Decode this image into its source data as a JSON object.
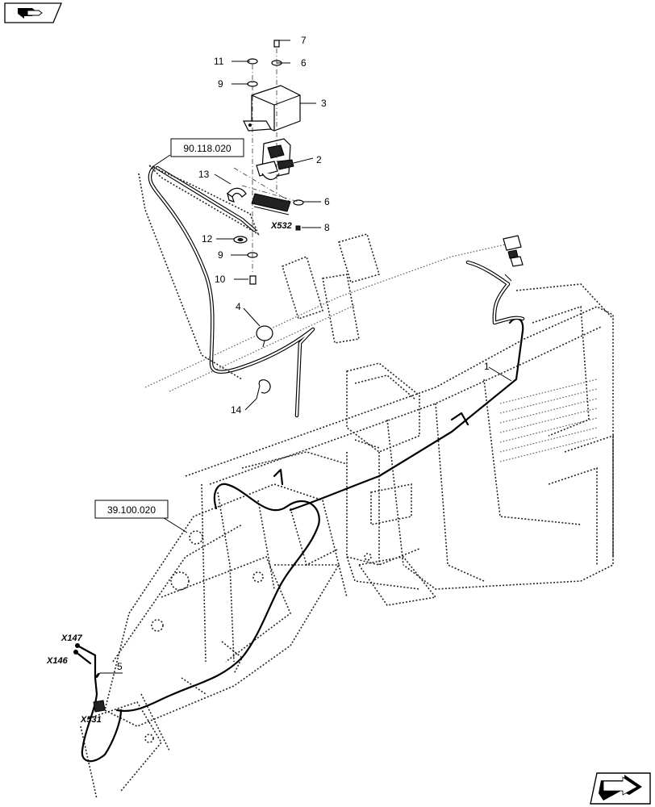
{
  "diagram": {
    "callouts": [
      "1",
      "2",
      "3",
      "4",
      "5",
      "6",
      "6",
      "7",
      "8",
      "9",
      "9",
      "10",
      "11",
      "12",
      "13",
      "14"
    ],
    "connectors": [
      "X532",
      "X147",
      "X146",
      "X531"
    ],
    "references": [
      "90.118.020",
      "39.100.020"
    ],
    "icons": [
      "page-turn-icon",
      "next-page-arrow-icon"
    ]
  }
}
